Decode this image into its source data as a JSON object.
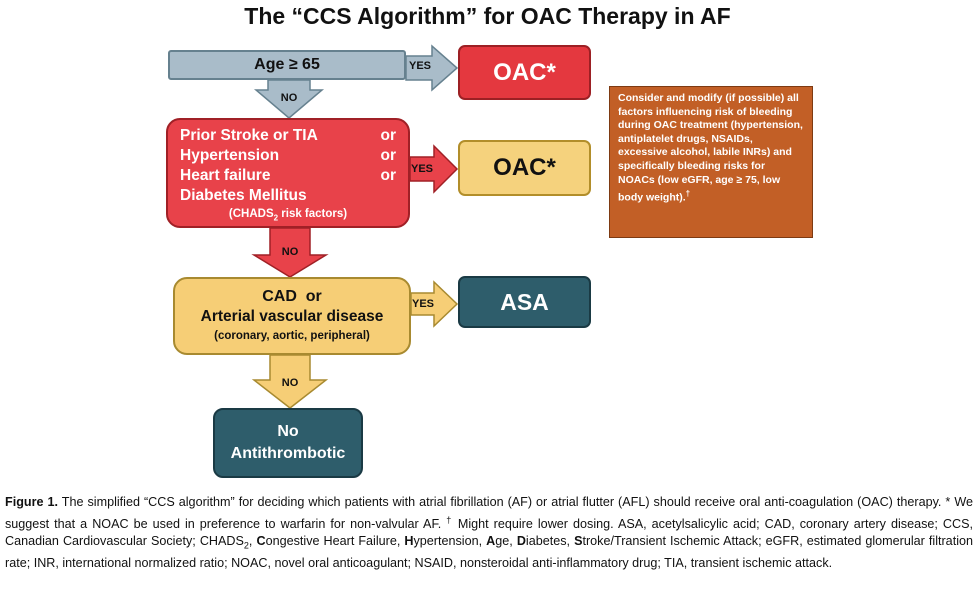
{
  "title": "The “CCS Algorithm” for OAC Therapy in AF",
  "nodes": {
    "age": "Age ≥ 65",
    "oac_red": "OAC*",
    "stroke_lines": [
      {
        "left": "Prior Stroke or TIA",
        "right": "or"
      },
      {
        "left": "Hypertension",
        "right": "or"
      },
      {
        "left": "Heart failure",
        "right": "or"
      },
      {
        "left": "Diabetes Mellitus",
        "right": ""
      }
    ],
    "chads_note_pre": "(CHADS",
    "chads_note_sub": "2",
    "chads_note_post": " risk factors)",
    "oac_yellow": "OAC*",
    "cad_line1": "CAD  or",
    "cad_line2": "Arterial vascular disease",
    "cad_line3": "(coronary, aortic, peripheral)",
    "asa": "ASA",
    "no_anti_line1": "No",
    "no_anti_line2": "Antithrombotic",
    "note_text": "Consider and modify (if possible) all factors influencing risk of bleeding during OAC treatment (hypertension, antiplatelet drugs, NSAIDs, excessive alcohol, labile INRs) and specifically bleeding risks for NOACs (low eGFR, age ≥ 75, low body weight).",
    "note_dagger": "†"
  },
  "edges": {
    "yes1": "YES",
    "no1": "NO",
    "yes2": "YES",
    "no2": "NO",
    "yes3": "YES",
    "no3": "NO"
  },
  "caption": {
    "figure_label": "Figure 1.",
    "part1": " The simplified “CCS algorithm” for deciding which patients with atrial fibrillation (AF) or atrial flutter (AFL) should receive oral anti-coagulation (OAC) therapy. * We suggest that a NOAC be used in preference to warfarin for non-valvular AF. ",
    "dagger": "†",
    "part2": " Might require lower dosing. ASA, acetylsalicylic acid; CAD, coronary artery disease; CCS, Canadian Cardiovascular Society; CHADS",
    "sub2": "2",
    "part3": ", ",
    "c_letter": "C",
    "c_rest": "ongestive Heart Failure, ",
    "h_letter": "H",
    "h_rest": "ypertension, ",
    "a_letter": "A",
    "a_rest": "ge, ",
    "d_letter": "D",
    "d_rest": "iabetes, ",
    "s_letter": "S",
    "s_rest": "troke/Transient Ischemic Attack; eGFR, estimated glomerular filtration rate; INR, international normalized ratio; NOAC, novel oral anticoagulant; NSAID, nonsteroidal anti-inflammatory drug; TIA, transient ischemic attack."
  },
  "colors": {
    "grey_blue": "#a9bcc9",
    "red": "#e4383f",
    "yellow": "#f5d27d",
    "teal": "#2e5d6b",
    "orange_note": "#c25f26"
  }
}
